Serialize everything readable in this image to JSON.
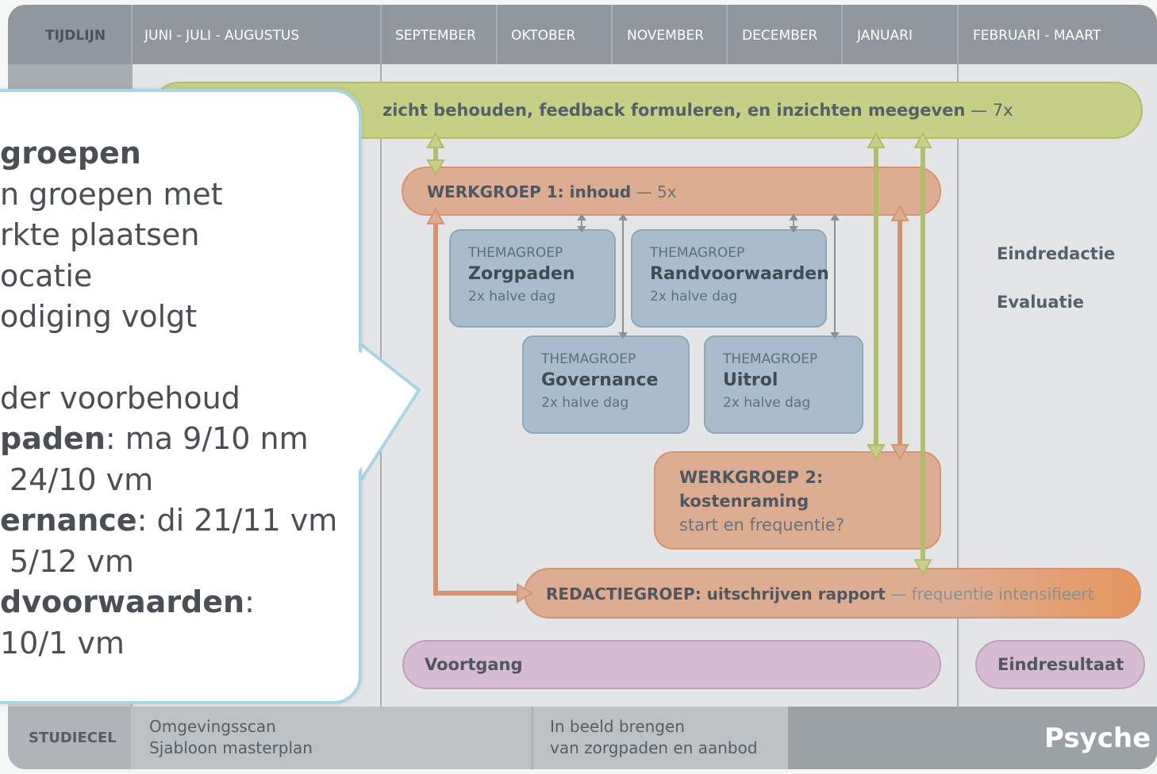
{
  "header": {
    "tijdlijn": "TIJDLIJN",
    "months": [
      "JUNI - JULI - AUGUSTUS",
      "SEPTEMBER",
      "OKTOBER",
      "NOVEMBER",
      "DECEMBER",
      "JANUARI",
      "FEBRUARI - MAART"
    ]
  },
  "bars": {
    "top_green": "zicht behouden, feedback formuleren, en inzichten meegeven",
    "top_green_suffix": " — 7x",
    "werkgroep1": "WERKGROEP 1: inhoud",
    "werkgroep1_suffix": " — 5x",
    "redactie": "REDACTIEGROEP: uitschrijven rapport",
    "redactie_suffix": " — frequentie intensifieert",
    "voortgang": "Voortgang",
    "eindresultaat": "Eindresultaat"
  },
  "themagroepen": [
    {
      "label": "THEMAGROEP",
      "title": "Zorgpaden",
      "sub": "2x halve dag"
    },
    {
      "label": "THEMAGROEP",
      "title": "Randvoorwaarden",
      "sub": "2x halve dag"
    },
    {
      "label": "THEMAGROEP",
      "title": "Governance",
      "sub": "2x halve dag"
    },
    {
      "label": "THEMAGROEP",
      "title": "Uitrol",
      "sub": "2x halve dag"
    }
  ],
  "werkgroep2": {
    "title1": "WERKGROEP 2:",
    "title2": "kostenraming",
    "sub": "start en frequentie?"
  },
  "right": {
    "eindredactie": "Eindredactie",
    "evaluatie": "Evaluatie"
  },
  "footer": {
    "studiecel": "STUDIECEL",
    "col1_line1": "Omgevingsscan",
    "col1_line2": "Sjabloon masterplan",
    "col2_line1": "In beeld brengen",
    "col2_line2": "van zorgpaden en aanbod",
    "logo": "Psyche"
  },
  "bubble": {
    "l1": "groepen",
    "l2": "n groepen met",
    "l3": "rkte plaatsen",
    "l4": "ocatie",
    "l5": "odiging volgt",
    "l6": "der voorbehoud",
    "l7b": "paden",
    "l7": ": ma 9/10 nm",
    "l8": "24/10 vm",
    "l9b": "ernance",
    "l9": ": di 21/11 vm",
    "l10": "5/12 vm",
    "l11b": "dvoorwaarden",
    "l11": ":",
    "l12": "10/1 vm"
  },
  "colors": {
    "green": "#c5cf86",
    "orange": "#ddad91",
    "blue": "#a8bccd",
    "purple": "#d6bbd3"
  }
}
